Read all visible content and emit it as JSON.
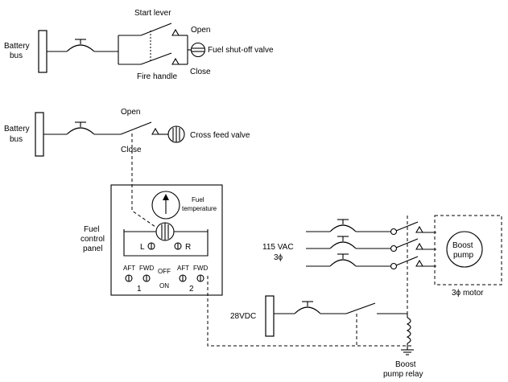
{
  "labels": {
    "battery_bus_1": "Battery bus",
    "start_lever": "Start lever",
    "open_1": "Open",
    "close_1": "Close",
    "fuel_shutoff_valve": "Fuel shut-off valve",
    "fire_handle": "Fire handle",
    "battery_bus_2": "Battery bus",
    "open_2": "Open",
    "close_2": "Close",
    "cross_feed_valve": "Cross feed valve",
    "fuel_temperature": "Fuel temperature",
    "fuel_control_panel": "Fuel control panel",
    "tank_l": "L",
    "tank_r": "R",
    "aft_1": "AFT",
    "fwd_1": "FWD",
    "off": "OFF",
    "on": "ON",
    "aft_2": "AFT",
    "fwd_2": "FWD",
    "pump_1": "1",
    "pump_2": "2",
    "vac_115": "115 VAC",
    "three_phase": "3ϕ",
    "boost_pump": "Boost pump",
    "motor_3phase": "3ϕ motor",
    "dc_28": "28VDC",
    "boost_pump_relay": "Boost pump relay"
  }
}
